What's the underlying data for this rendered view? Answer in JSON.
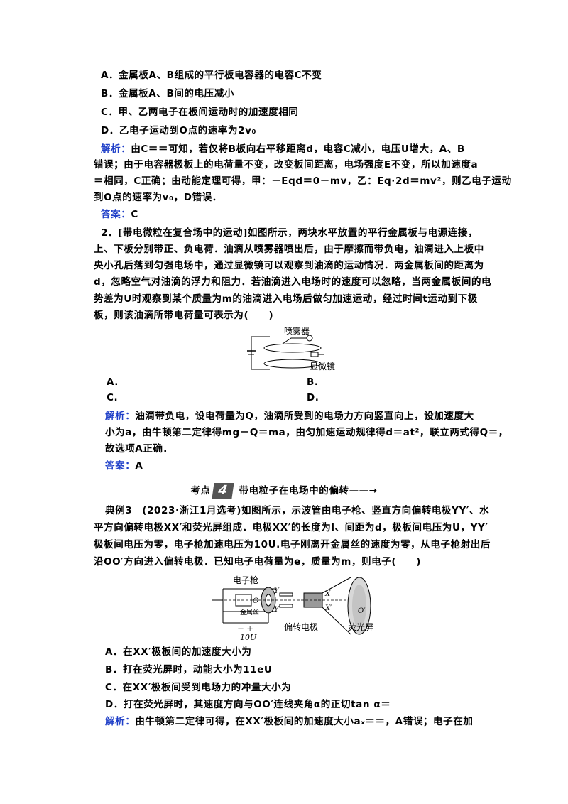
{
  "q1_options": {
    "a": "A．金属板A、B组成的平行板电容器的电容C不变",
    "b": "B．金属板A、B间的电压减小",
    "c": "C．甲、乙两电子在板间运动时的加速度相同",
    "d": "D．乙电子运动到O点的速率为2v₀"
  },
  "q1_analysis": {
    "label": "解析：",
    "line1": "由C＝＝可知，若仅将B板向右平移距离d，电容C减小，电压U增大，A、B",
    "line2": "错误；由于电容器极板上的电荷量不变，改变板间距离，电场强度E不变，所以加速度a",
    "line3": "＝相同，C正确；由动能定理可得，甲：－Eqd＝0－mv，乙：Eq·2d＝mv²，则乙电子运动",
    "line4": "到O点的速率为v₀，D错误．"
  },
  "q1_answer": {
    "label": "答案：",
    "value": "C"
  },
  "q2": {
    "line1": "2．[带电微粒在复合场中的运动]如图所示，两块水平放置的平行金属板与电源连接，",
    "line2": "上、下板分别带正、负电荷．油滴从喷雾器喷出后，由于摩擦而带负电，油滴进入上板中",
    "line3": "央小孔后落到匀强电场中，通过显微镜可以观察到油滴的运动情况．两金属板间的距离为",
    "line4": "d，忽略空气对油滴的浮力和阻力．若油滴进入电场时的速度可以忽略，当两金属板间的电",
    "line5": "势差为U时观察到某个质量为m的油滴进入电场后做匀加速运动，经过时间t运动到下极",
    "line6": "板，则该油滴所带电荷量可表示为(　　)",
    "fig_sprayer": "喷雾器",
    "fig_microscope": "显微镜",
    "opt_a": "A.",
    "opt_b": "B.",
    "opt_c": "C.",
    "opt_d": "D."
  },
  "q2_analysis": {
    "label": "解析：",
    "line1": "油滴带负电，设电荷量为Q，油滴所受到的电场力方向竖直向上，设加速度大",
    "line2": "小为a，由牛顿第二定律得mg－Q＝ma，由匀加速运动规律得d＝at²，联立两式得Q＝，",
    "line3": "故选项A正确．"
  },
  "q2_answer": {
    "label": "答案：",
    "value": "A"
  },
  "section": {
    "prefix": "考点",
    "number": "4",
    "title": "带电粒子在电场中的偏转——→"
  },
  "ex3": {
    "line1": "典例3　(2023·浙江1月选考)如图所示，示波管由电子枪、竖直方向偏转电极YY′、水",
    "line2": "平方向偏转电极XX′和荧光屏组成．电极XX′的长度为l、间距为d，极板间电压为U，YY′",
    "line3": "极板间电压为零，电子枪加速电压为10U.电子刚离开金属丝的速度为零，从电子枪射出后",
    "line4": "沿OO′方向进入偏转电极．已知电子电荷量为e，质量为m，则电子(　　)",
    "fig_gun": "电子枪",
    "fig_wire": "金属丝",
    "fig_voltage": "10U",
    "fig_plus_minus": "－  ＋",
    "fig_deflect": "偏转电极",
    "fig_screen": "荧光屏",
    "fig_y": "Y",
    "fig_yp": "Y′",
    "fig_x": "X",
    "fig_xp": "X′",
    "fig_o": "O",
    "fig_op": "O′",
    "opt_a": "A．在XX′极板间的加速度大小为",
    "opt_b": "B．打在荧光屏时，动能大小为11eU",
    "opt_c": "C．在XX′极板间受到电场力的冲量大小为",
    "opt_d": "D．打在荧光屏时，其速度方向与OO′连线夹角α的正切tan α＝",
    "analysis_label": "解析：",
    "analysis_line1": "由牛顿第二定律可得，在XX′极板间的加速度大小aₓ＝＝，A错误；电子在加"
  }
}
